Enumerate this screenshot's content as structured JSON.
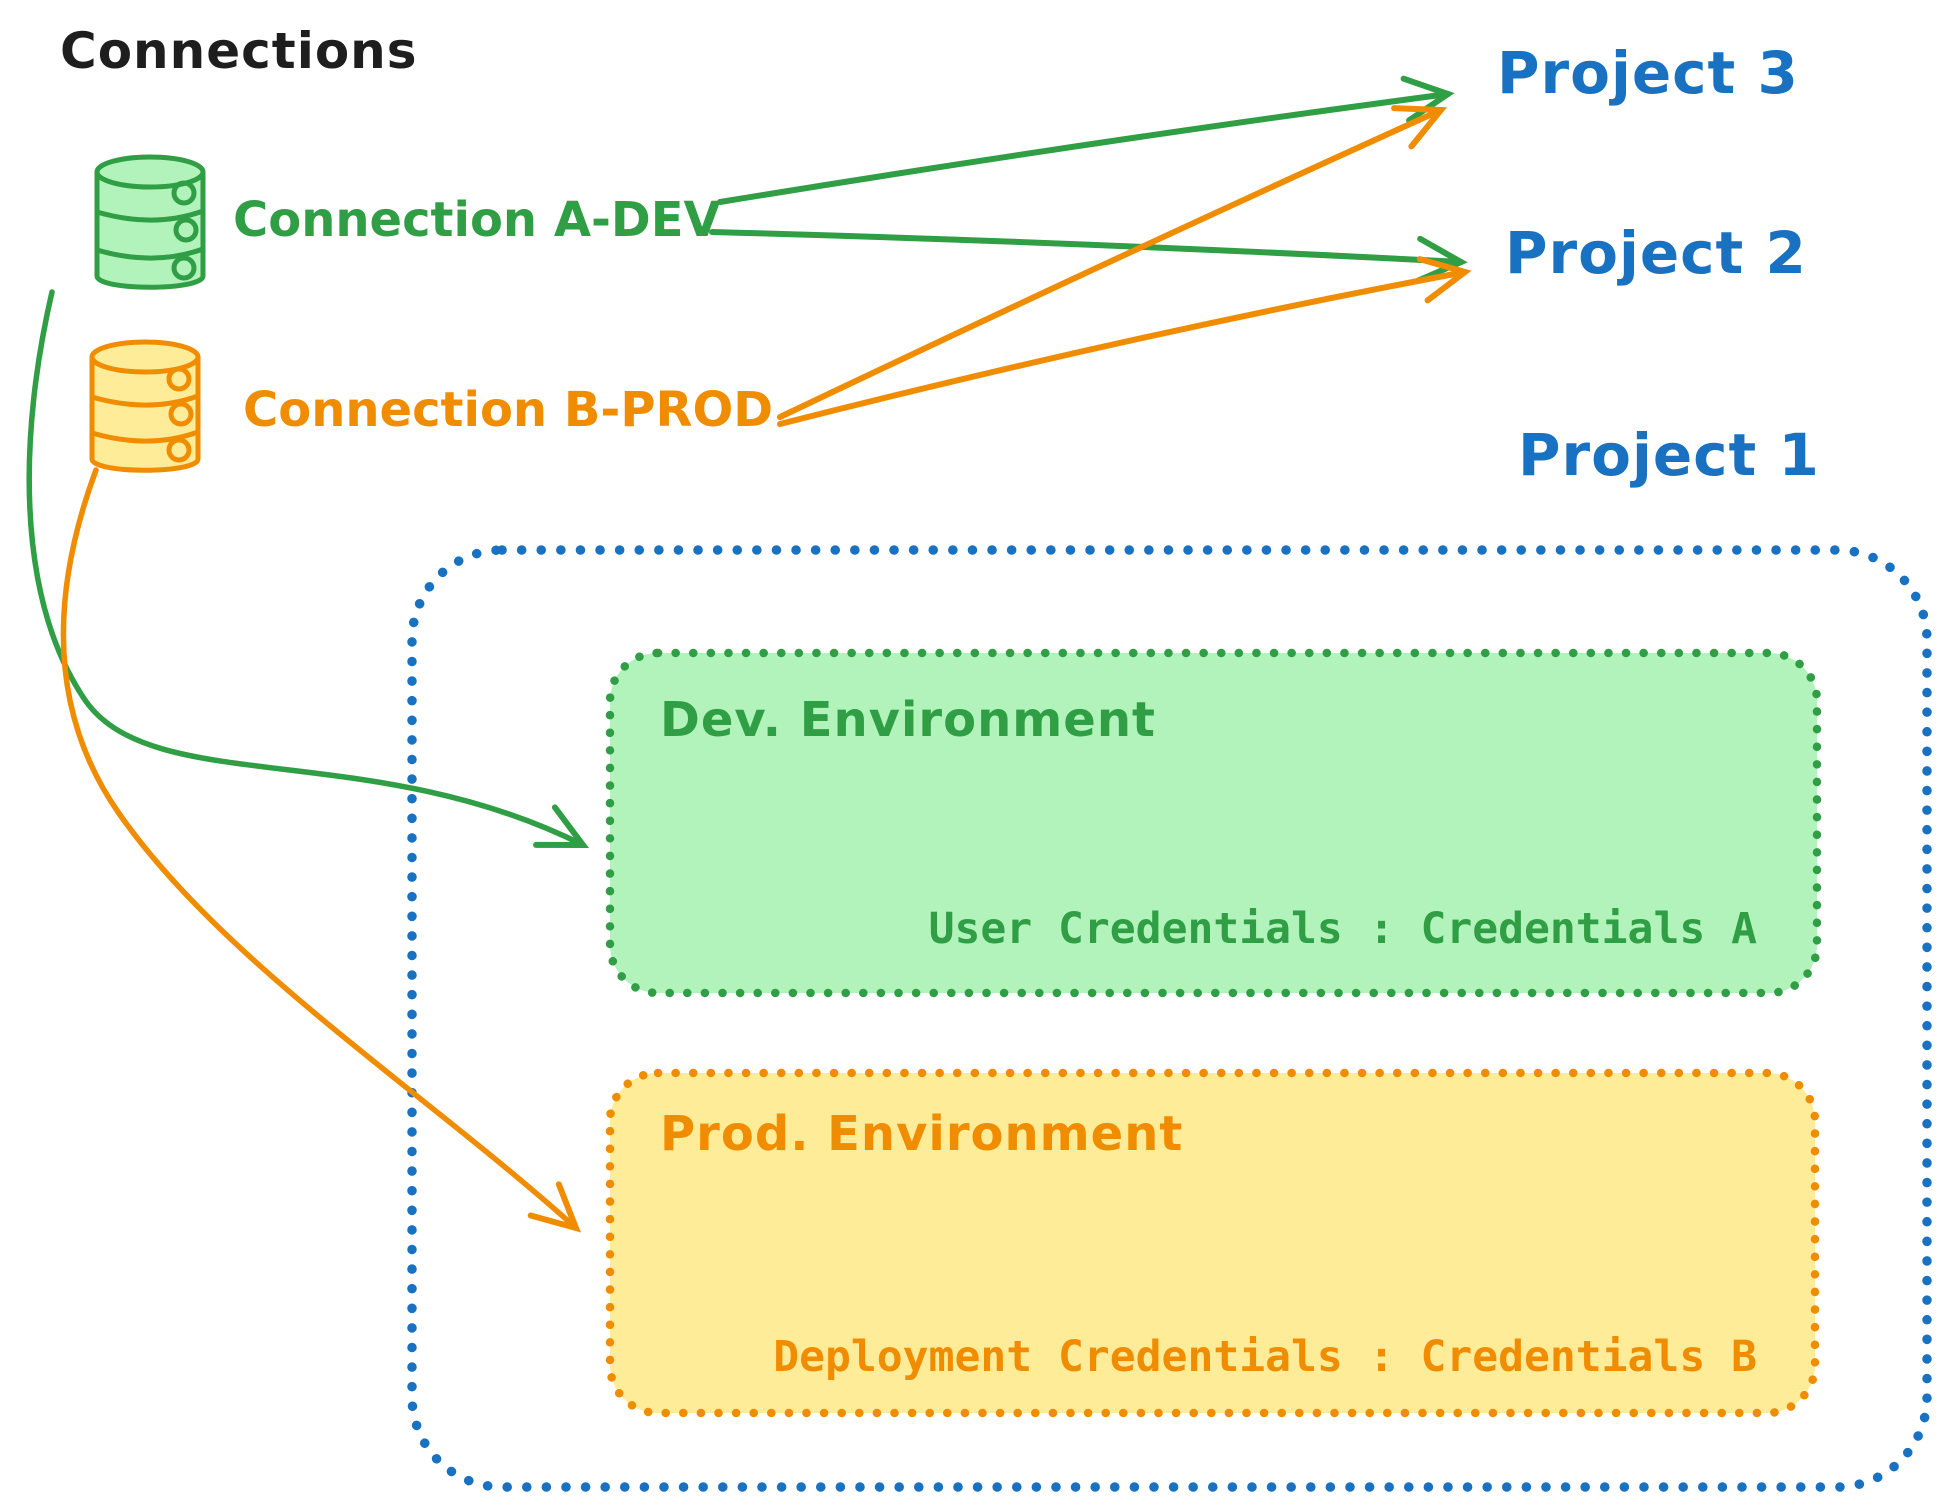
{
  "diagram": {
    "title": "Connections",
    "connections": [
      {
        "id": "a-dev",
        "label": "Connection A-DEV",
        "color": "#2f9e44",
        "icon": "database-icon"
      },
      {
        "id": "b-prod",
        "label": "Connection B-PROD",
        "color": "#f08c00",
        "icon": "database-icon"
      }
    ],
    "projects": [
      {
        "label": "Project 3"
      },
      {
        "label": "Project 2"
      },
      {
        "label": "Project 1"
      }
    ],
    "project1": {
      "environments": [
        {
          "id": "dev",
          "title": "Dev. Environment",
          "credentials": "User Credentials : Credentials A"
        },
        {
          "id": "prod",
          "title": "Prod. Environment",
          "credentials": "Deployment Credentials : Credentials B"
        }
      ]
    },
    "edges": [
      {
        "from": "Connection A-DEV",
        "to": "Project 3",
        "color": "#2f9e44"
      },
      {
        "from": "Connection A-DEV",
        "to": "Project 2",
        "color": "#2f9e44"
      },
      {
        "from": "Connection B-PROD",
        "to": "Project 3",
        "color": "#f08c00"
      },
      {
        "from": "Connection B-PROD",
        "to": "Project 2",
        "color": "#f08c00"
      },
      {
        "from": "Connection A-DEV",
        "to": "Dev. Environment",
        "color": "#2f9e44"
      },
      {
        "from": "Connection B-PROD",
        "to": "Prod. Environment",
        "color": "#f08c00"
      }
    ],
    "colors": {
      "text": "#1e1e1e",
      "blue": "#1971c2",
      "green_stroke": "#2f9e44",
      "green_fill": "#b2f2bb",
      "orange_stroke": "#f08c00",
      "orange_fill": "#ffec99",
      "background": "#ffffff"
    }
  }
}
